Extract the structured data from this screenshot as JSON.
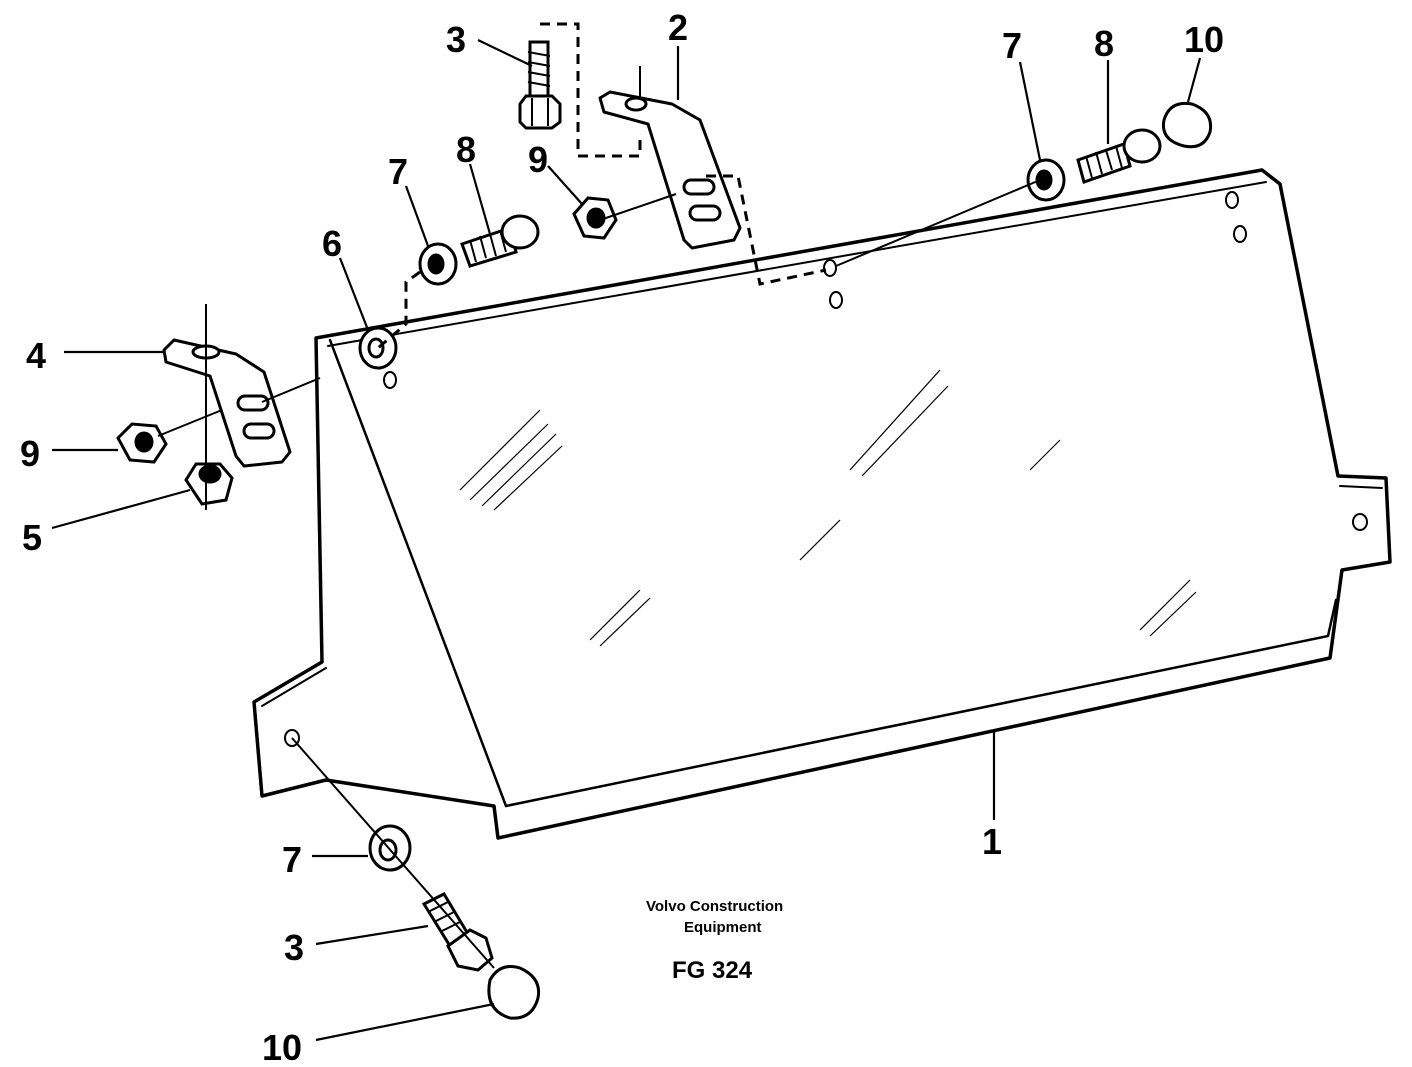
{
  "callouts": {
    "c1": "1",
    "c2": "2",
    "c3_top": "3",
    "c3_bottom": "3",
    "c4": "4",
    "c5": "5",
    "c6": "6",
    "c7_mid": "7",
    "c7_right": "7",
    "c7_bottom": "7",
    "c8_mid": "8",
    "c8_right": "8",
    "c9_mid": "9",
    "c9_left": "9",
    "c10_right": "10",
    "c10_bottom": "10"
  },
  "caption": {
    "line1": "Volvo Construction",
    "line2": "Equipment",
    "figure": "FG 324"
  }
}
